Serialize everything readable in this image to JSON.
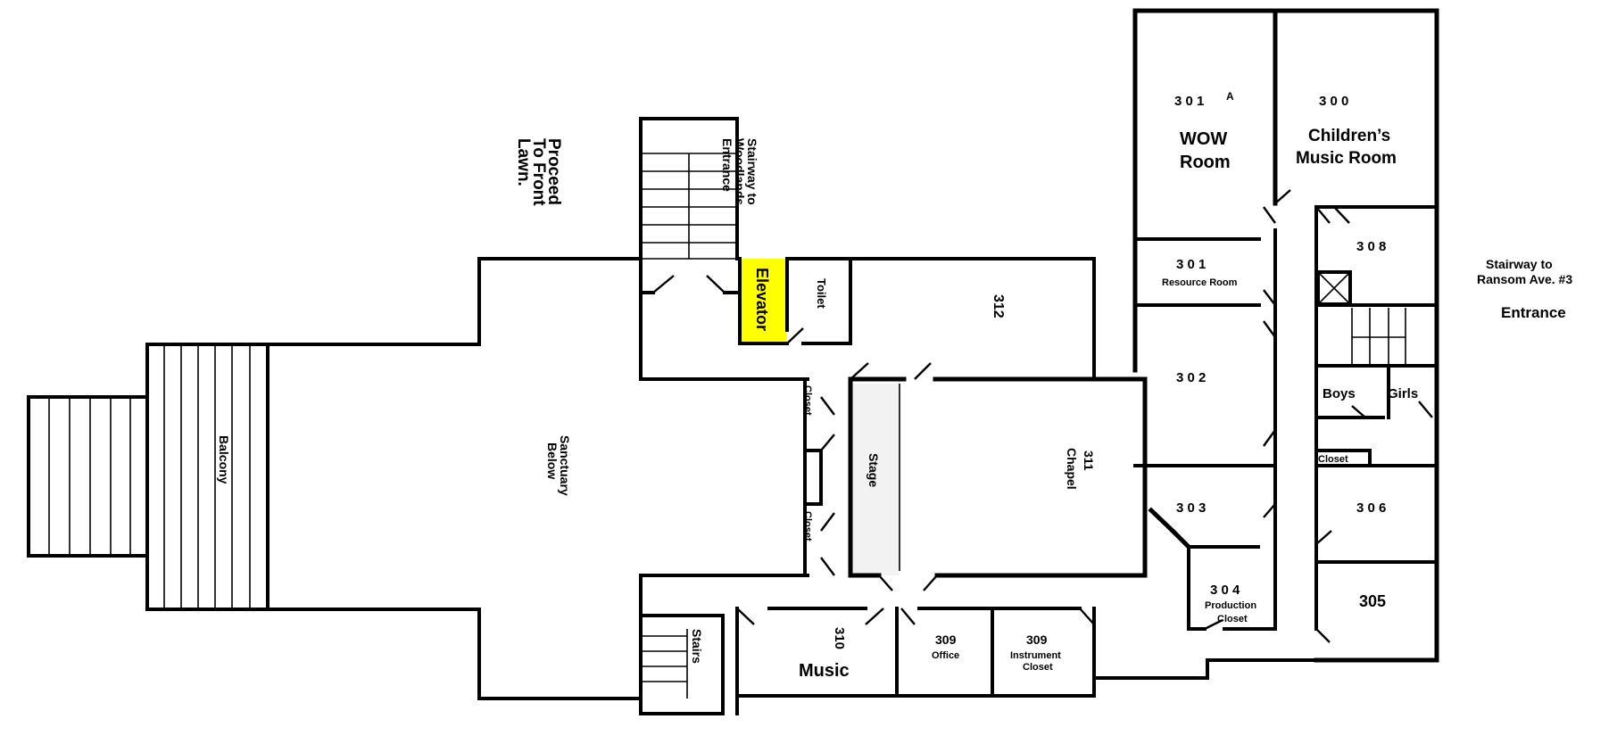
{
  "labels": {
    "proceed": [
      "Proceed",
      "To Front",
      "Lawn."
    ],
    "stair_woodlands": [
      "Stairway to",
      "Woodlands",
      "Entrance"
    ],
    "elevator": "Elevator",
    "toilet": "Toilet",
    "r312": "312",
    "balcony": "Balcony",
    "sanctuary": [
      "Sanctuary",
      "Below"
    ],
    "closet": "Closet",
    "stage": "Stage",
    "r311": [
      "311",
      "Chapel"
    ],
    "stairs": "Stairs",
    "r310": "310",
    "music": "Music",
    "r309_office": [
      "309",
      "Office"
    ],
    "r309_instr": [
      "309",
      "Instrument",
      "Closet"
    ],
    "r301a": "3 0 1",
    "r301a_sup": "A",
    "wow": [
      "WOW",
      "Room"
    ],
    "r300": "3 0 0",
    "childrens": [
      "Children’s",
      "Music Room"
    ],
    "r301": "3 0 1",
    "resource": "Resource Room",
    "r308": "3 0 8",
    "r302": "3 0 2",
    "boys": "Boys",
    "girls": "Girls",
    "r303": "3 0 3",
    "r306": "3 0 6",
    "r304": "3 0 4",
    "production": [
      "Production",
      "Closet"
    ],
    "r305": "305",
    "ransom": [
      "Stairway to",
      "Ransom Ave. #3"
    ],
    "entrance": "Entrance"
  },
  "colors": {
    "elevator": "#ffff00",
    "stage": "#f2f2f2",
    "walls": "#000000"
  }
}
